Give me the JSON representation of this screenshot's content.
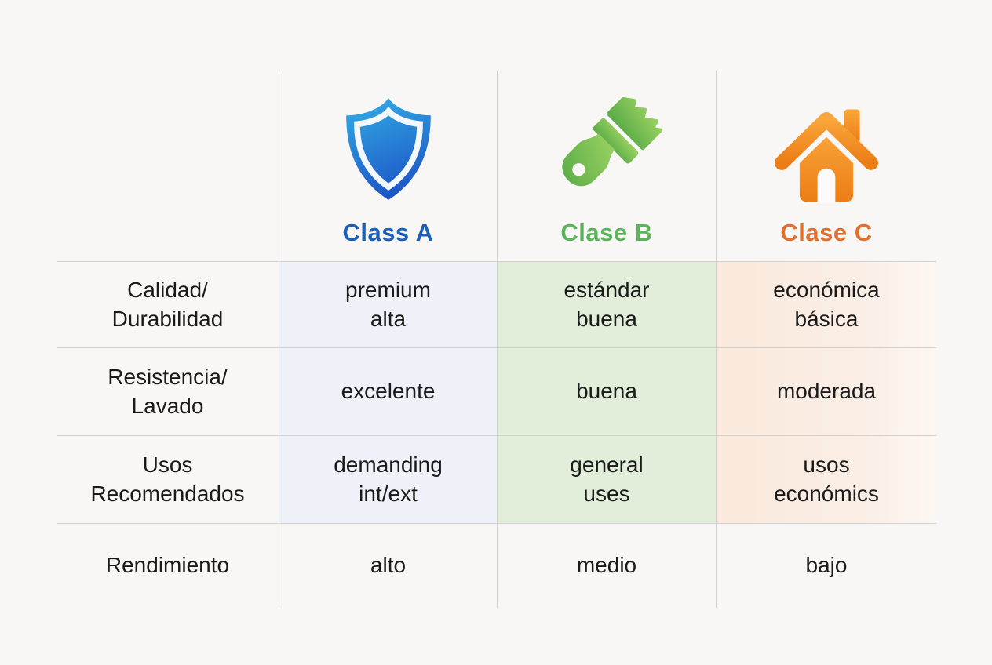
{
  "table": {
    "columns": [
      {
        "id": "class-a",
        "label": "Class A",
        "icon": "shield-icon",
        "title_color": "#1d5fb8",
        "tint_color": "#eef1f7"
      },
      {
        "id": "clase-b",
        "label": "Clase B",
        "icon": "paintbrush-icon",
        "title_color": "#5cb35c",
        "tint_color": "#e2eeda"
      },
      {
        "id": "clase-c",
        "label": "Clase C",
        "icon": "house-icon",
        "title_color": "#df7030",
        "tint_color": "#fae9dc"
      }
    ],
    "rows": [
      {
        "label": "Calidad/\nDurabilidad",
        "class_a": "premium\nalta",
        "clase_b": "estándar\nbuena",
        "clase_c": "económica\nbásica"
      },
      {
        "label": "Resistencia/\nLavado",
        "class_a": "excelente",
        "clase_b": "buena",
        "clase_c": "moderada"
      },
      {
        "label": "Usos\nRecomendados",
        "class_a": "demanding\nint/ext",
        "clase_b": "general\nuses",
        "clase_c": "usos\neconómics"
      },
      {
        "label": "Rendimiento",
        "class_a": "alto",
        "clase_b": "medio",
        "clase_c": "bajo"
      }
    ]
  },
  "chart_data": {
    "type": "table",
    "columns": [
      "",
      "Class A",
      "Clase B",
      "Clase C"
    ],
    "rows": [
      [
        "Calidad/Durabilidad",
        "premium alta",
        "estándar buena",
        "económica básica"
      ],
      [
        "Resistencia/Lavado",
        "excelente",
        "buena",
        "moderada"
      ],
      [
        "Usos Recomendados",
        "demanding int/ext",
        "general uses",
        "usos económics"
      ],
      [
        "Rendimiento",
        "alto",
        "medio",
        "bajo"
      ]
    ],
    "layout": {
      "grid": "light-gray inner lines, no outer border",
      "header_icons": [
        "blue shield",
        "green paintbrush",
        "orange house"
      ]
    }
  }
}
